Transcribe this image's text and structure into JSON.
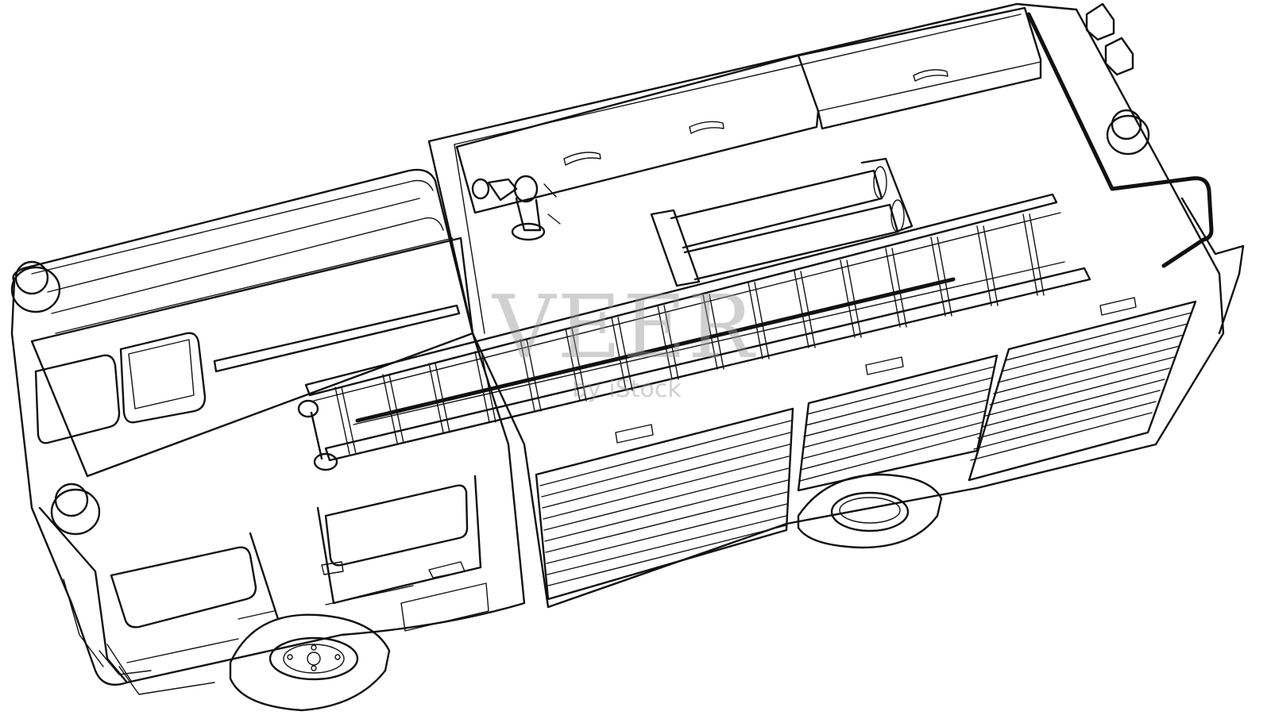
{
  "image": {
    "subject": "fire-truck-line-drawing",
    "colors": {
      "background": "#ffffff",
      "line": "#111111",
      "watermark": "#969696"
    }
  },
  "watermark": {
    "brand": "VEER",
    "tagline": "by iStock"
  }
}
